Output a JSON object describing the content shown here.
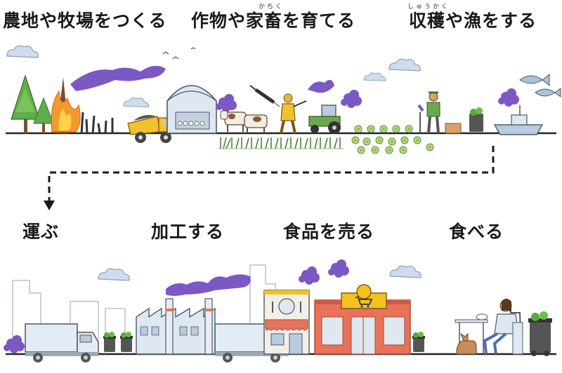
{
  "top_row": [
    {
      "label": "農地や牧場をつくる"
    },
    {
      "label": "作物や家畜を育てる",
      "ruby": "かちく"
    },
    {
      "label": "収穫や漁をする",
      "ruby": "しゅうかく"
    }
  ],
  "bottom_row": [
    {
      "label": "運ぶ"
    },
    {
      "label": "加工する"
    },
    {
      "label": "食品を売る"
    },
    {
      "label": "食べる"
    }
  ],
  "colors": {
    "smoke": "#7b58c4",
    "ground_line": "#222222",
    "flow_arrow": "#1a1a1a",
    "cloud": "#cfdceb",
    "building": "#dfe7f1",
    "store_red": "#e8735a",
    "sign_yellow": "#f4c21e"
  },
  "icons": [
    "forest-icon",
    "wildfire-icon",
    "dump-truck-icon",
    "barn-icon",
    "cow-icon",
    "syringe-icon",
    "sprayer-worker-icon",
    "tractor-icon",
    "crop-field-icon",
    "cabbage-field-icon",
    "farmer-icon",
    "bin-icon",
    "fishing-boat-icon",
    "fish-icon",
    "delivery-truck-icon",
    "factory-icon",
    "restaurant-icon",
    "supermarket-icon",
    "diner-woman-icon",
    "cat-icon"
  ]
}
